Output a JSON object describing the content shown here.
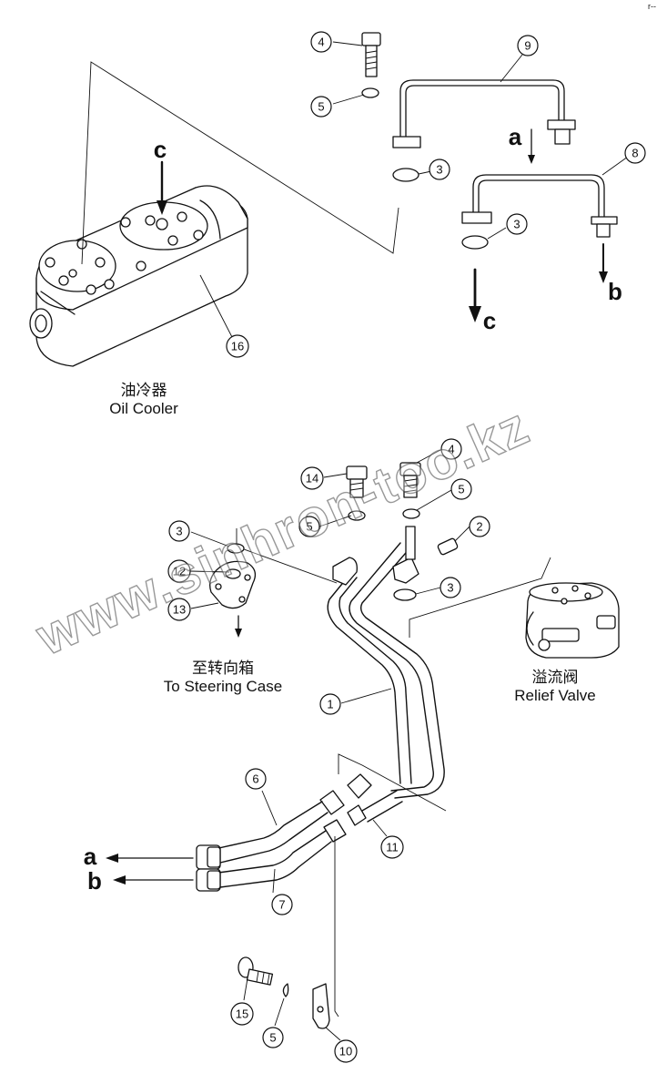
{
  "corner_mark": "r--",
  "watermark": "www.sinhron-too.kz",
  "letters": {
    "a": "a",
    "b": "b",
    "c": "c"
  },
  "captions": {
    "oil_cooler_cn": "油冷器",
    "oil_cooler_en": "Oil Cooler",
    "steering_cn": "至转向箱",
    "steering_en": "To Steering Case",
    "relief_cn": "溢流阀",
    "relief_en": "Relief Valve"
  },
  "callouts": {
    "c1": "1",
    "c2": "2",
    "c3a": "3",
    "c3b": "3",
    "c3c": "3",
    "c3d": "3",
    "c4a": "4",
    "c4b": "4",
    "c5a": "5",
    "c5b": "5",
    "c5c": "5",
    "c5d": "5",
    "c6": "6",
    "c7": "7",
    "c8": "8",
    "c9": "9",
    "c10": "10",
    "c11": "11",
    "c12": "12",
    "c13": "13",
    "c14": "14",
    "c15": "15",
    "c16": "16"
  }
}
